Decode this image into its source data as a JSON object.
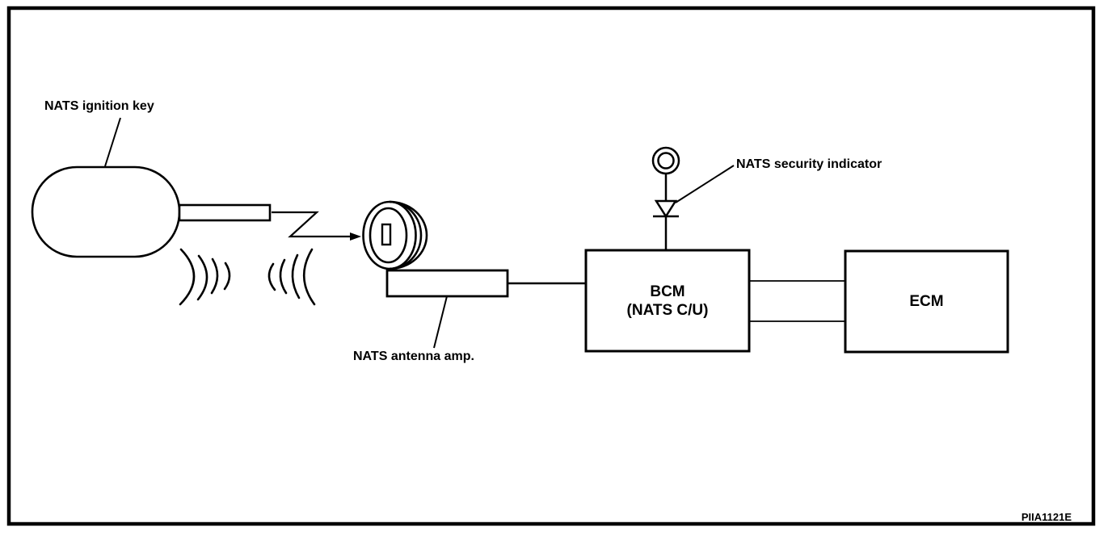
{
  "diagram": {
    "code": "PIIA1121E",
    "labels": {
      "ignition_key": "NATS ignition key",
      "antenna_amp": "NATS antenna amp.",
      "security_indicator": "NATS security indicator",
      "ecm": "ECM"
    },
    "bcm": {
      "line1": "BCM",
      "line2": "(NATS C/U)"
    },
    "colors": {
      "line": "#000000",
      "background": "#ffffff"
    }
  }
}
